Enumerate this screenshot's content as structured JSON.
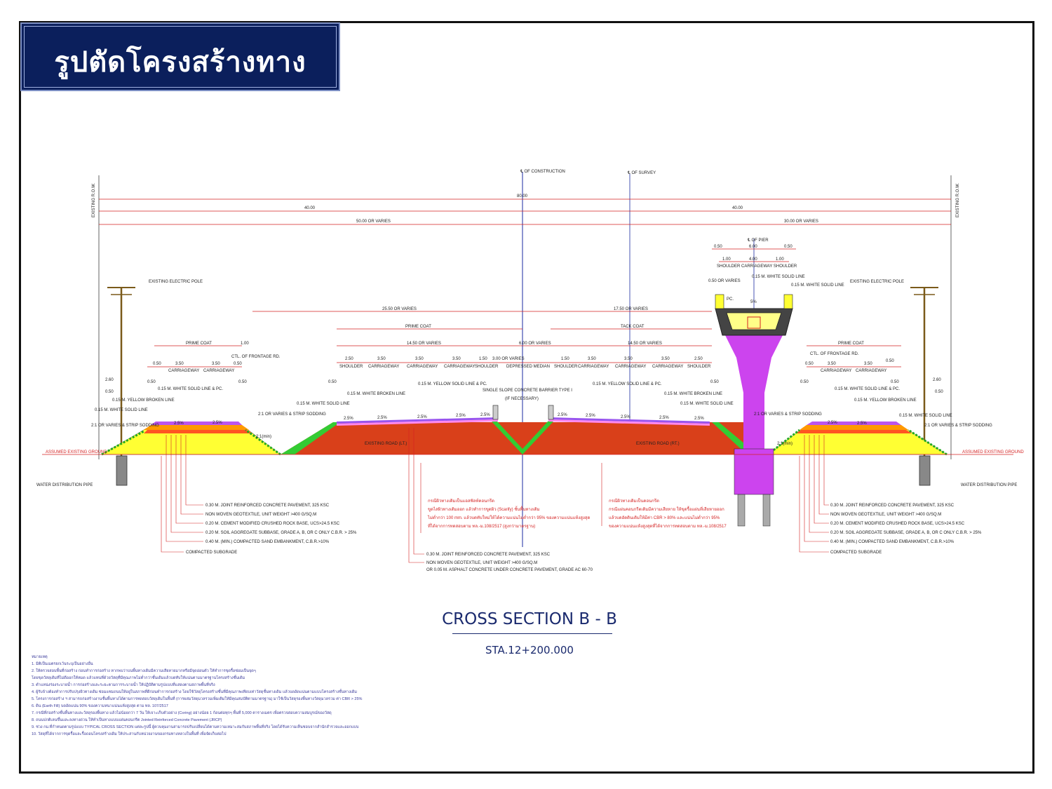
{
  "title": "รูปตัดโครงสร้างทาง",
  "section_title": "CROSS SECTION B - B",
  "station": "STA.12+200.000",
  "centerlines": {
    "construction": "℄ OF CONSTRUCTION",
    "survey": "℄ OF SURVEY",
    "pier": "℄ OF PIER"
  },
  "row_left": "EXISTING R.O.W.",
  "row_right": "EXISTING R.O.W.",
  "dimensions": {
    "total": "80.00",
    "half_left": "40.00",
    "half_right": "40.00",
    "left_varies": "50.00 OR VARIES",
    "right_varies": "30.00 OR VARIES",
    "main_left": "25.50 OR VARIES",
    "main_right": "17.50 OR VARIES",
    "prime_coat": "PRIME COAT",
    "tack_coat": "TACK COAT",
    "lt_width": "14.50 OR VARIES",
    "median": "6.00 OR VARIES",
    "rt_width": "14.50 OR VARIES",
    "frontage_prime": "PRIME COAT",
    "frontage_100": "1.00",
    "pier_050a": "0.50",
    "pier_600": "6.00",
    "pier_050b": "0.50",
    "pier_100a": "1.00",
    "pier_400": "4.00",
    "pier_100b": "1.00"
  },
  "lane_labels": {
    "shoulder": "SHOULDER",
    "carriageway": "CARRIAGEWAY",
    "depressed_median": "DEPRESSED MEDIAN",
    "w250": "2.50",
    "w350": "3.50",
    "w150": "1.50",
    "w300": "3.00 OR VARIES",
    "w050": "0.50",
    "w260": "2.60",
    "pct25": "2.5%",
    "pct5": "5%"
  },
  "annotations": {
    "electric_pole": "EXISTING ELECTRIC POLE",
    "ctl_frontage": "CTL. OF FRONTAGE RD.",
    "white_solid_pc": "0.15 M. WHITE SOLID LINE & PC.",
    "yellow_broken": "0.15 M. YELLOW BROKEN LINE",
    "white_solid": "0.15 M. WHITE SOLID LINE",
    "yellow_solid_pc": "0.15 M. YELLOW SOLID LINE & PC.",
    "white_broken": "0.15 M. WHITE BROKEN LINE",
    "barrier": "SINGLE SLOPE CONCRETE BARRIER TYPE I",
    "if_necessary": "(IF NECESSARY)",
    "strip_sodding": "2:1 OR VARIES & STRIP SODDING",
    "slope_min": "2:1(min)",
    "existing_road_lt": "EXISTING ROAD (LT.)",
    "existing_road_rt": "EXISTING ROAD (RT.)",
    "assumed_ground": "ASSUMED EXISTING GROUND",
    "water_pipe": "WATER DISTRIBUTION PIPE",
    "or_varies": "0.50 OR VARIES",
    "shoulder_cw_shoulder": "SHOULDER CARRIAGEWAY SHOULDER",
    "pc": "PC."
  },
  "layers": [
    "0.30 M. JOINT REINFORCED CONCRETE PAVEMENT, 325 KSC",
    "NON WOVEN GEOTEXTILE, UNIT WEIGHT >400 G/SQ.M",
    "0.20 M. CEMENT MODIFIED CRUSHED ROCK BASE, UCS>24.5 KSC",
    "0.20 M. SOIL AGGREGATE SUBBASE, GRADE A, B, OR C ONLY  C.B.R. > 25%",
    "0.40 M. (MIN.) COMPACTED SAND EMBANKMENT, C.B.R.>10%",
    "COMPACTED SUBGRADE"
  ],
  "overlay_layers": [
    "0.30 M. JOINT REINFORCED CONCRETE PAVEMENT, 325 KSC",
    "NON WOVEN GEOTEXTILE, UNIT WEIGHT >400 G/SQ.M",
    "OR 0.05 M. ASPHALT CONCRETE UNDER CONCRETE PAVEMENT, GRADE AC 60-70"
  ],
  "overlay_notes_lt": {
    "heading": "กรณีผิวทางเดิมเป็นแอสฟัลท์คอนกรีต",
    "l1": "ขูดไสผิวทางเดิมออก แล้วทำการขูดผิว (Scarify) ชั้นพื้นทางเดิม",
    "l2": "ไม่ต่ำกว่า 100 mm. แล้วบดทับใหม่ให้ได้ความแน่นไม่ต่ำกว่า 95% ของความแน่นแห้งสูงสุด",
    "l3": "ที่ได้จากการทดสอบตาม ทล.-ม.108/2517 (สูงกว่ามาตรฐาน)"
  },
  "overlay_notes_rt": {
    "heading": "กรณีผิวทางเดิมเป็นคอนกรีต",
    "l1": "กรณีแผ่นคอนกรีตเดิมมีความเสียหาย ให้ขุดรื้อแผ่นที่เสียหายออก",
    "l2": "แล้วบดอัดดินเดิมให้มีค่า CBR > 80% และแน่นไม่ต่ำกว่า 95%",
    "l3": "ของความแน่นแห้งสูงสุดที่ได้จากการทดสอบตาม ทล.-ม.108/2517"
  },
  "notes": [
    "หมายเหตุ",
    "1. มิติเป็นเมตรยกเว้นระบุเป็นอย่างอื่น",
    "2. ให้ตรวจสอบพื้นที่ก่อสร้าง ก่อนทำการก่อสร้าง หากพบว่าบนพื้นทางเดิมมีความเสียหายมากหรือมีจุดอ่อนตัว ให้ทำการขุดรื้อซ่อมเป็นจุดๆ",
    "    โดยขุดวัสดุเดิมที่ไม่ดีออกให้หมด แล้วแทนที่ด้วยวัสดุที่มีคุณภาพไม่ต่ำกว่าชั้นเดิมแล้วบดทับให้แน่นตามมาตรฐานโครงสร้างชั้นเดิม",
    "3. ตำแหน่งร่องระบายน้ำ การก่อสร้างและระยะตามการระบายน้ำ ให้ปฏิบัติตามรูปแบบที่แสดงตามสภาพพื้นที่จริง",
    "4. ผู้รับจ้างต้องทำการปรับปรุงผิวทางเดิม ซ่อมแซมถนนให้อยู่ในสภาพที่ดีก่อนทำการก่อสร้าง โดยใช้วัสดุโครงสร้างชั้นที่มีคุณภาพเทียบเท่าวัสดุชั้นทางเดิม แล้วบดอัดแน่นตามแบบโครงสร้างชั้นทางเดิม",
    "5. โครงการก่อสร้าง ฯ สามารถก่อสร้างงานชั้นพื้นทางได้ตามการทดสอบวัสดุเดิมในพื้นที่ (การผสมวัสดุมวลรวมเพิ่มเติมให้มีคุณสมบัติตามมาตรฐาน) มาใช้เป็นวัสดุรองพื้นทางวัสดุมวลรวม ค่า CBR > 25%",
    "6. ดิน (Earth Fill) บดอัดแน่น 90% ของความหนาแน่นแห้งสูงสุด ตาม ทล. 107/2517",
    "7. กรณีที่ก่อสร้างชั้นพื้นทางและวัสดุรองพื้นทาง แล้วไม่น้อยกว่า 7 วัน ให้เจาะเก็บตัวอย่าง (Coring) อย่างน้อย 1 ก้อนต่อทุกๆ พื้นที่ 5,000 ตารางเมตร เพื่อตรวจสอบความสมบูรณ์ของวัสดุ",
    "8. ถนนปกติเลนขึ้นและลงทางด่วน ให้ทำเป็นทางแบบแผ่นคอนกรีต Jointed Reinforced Concrete Pavement (JRCP)",
    "9. ช่วง กม.ที่กำหนดตามรูปแบบ TYPICAL CROSS SECTION แต่ละรูปนี้ ผู้ควบคุมงานสามารถปรับเปลี่ยนได้ตามความเหมาะสมกับสภาพพื้นที่จริง โดยได้รับความเห็นชอบจากสำนักสำรวจและออกแบบ",
    "10. วัสดุที่ได้จากการขุดรื้อและรื้อถอนโครงสร้างเดิม ให้ประสานกับหน่วยงานของกรมทางหลวงในพื้นที่ เพื่อจัดเก็บต่อไป"
  ],
  "colors": {
    "title_bg": "#0b1f5c",
    "embankment": "#ffff33",
    "existing_road": "#d9401a",
    "slope_green": "#33cc33",
    "pier": "#cc44ee",
    "dimension_red": "#d42222",
    "centerline_blue": "#1a2aa0"
  }
}
